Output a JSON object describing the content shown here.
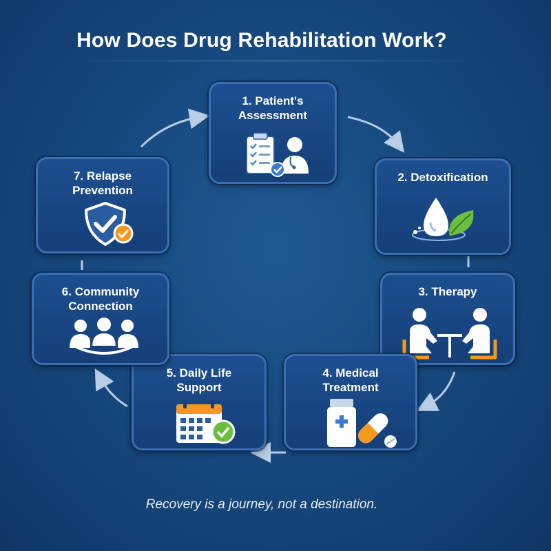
{
  "title": "How Does Drug Rehabilitation Work?",
  "steps": [
    {
      "line1": "1. Patient's",
      "line2": "Assessment",
      "icon": "clipboard-doctor-icon"
    },
    {
      "line1": "2. Detoxification",
      "line2": "",
      "icon": "water-drop-leaf-icon"
    },
    {
      "line1": "3. Therapy",
      "line2": "",
      "icon": "therapy-session-icon"
    },
    {
      "line1": "4. Medical",
      "line2": "Treatment",
      "icon": "medicine-bottle-pill-icon"
    },
    {
      "line1": "5. Daily Life",
      "line2": "Support",
      "icon": "calendar-check-icon"
    },
    {
      "line1": "6. Community",
      "line2": "Connection",
      "icon": "community-group-icon"
    },
    {
      "line1": "7. Relapse",
      "line2": "Prevention",
      "icon": "shield-check-icon"
    }
  ],
  "tagline": "Recovery is a journey, not a destination.",
  "colors": {
    "accent_blue": "#3a6fb3",
    "orange": "#f39a1e",
    "green": "#6cbf3e",
    "white": "#ffffff"
  }
}
